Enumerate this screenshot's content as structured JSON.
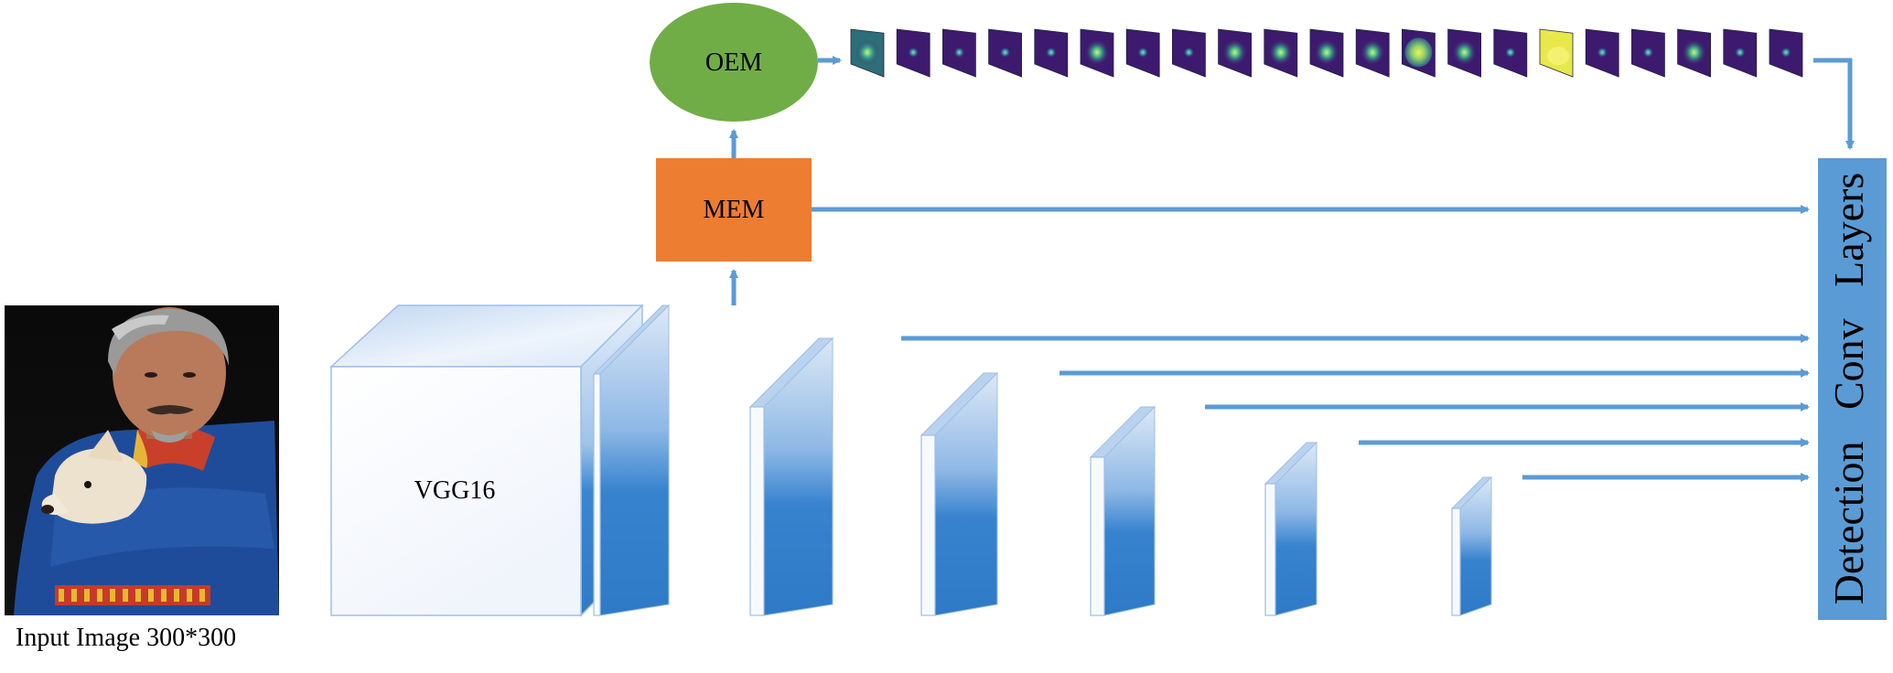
{
  "input": {
    "caption": "Input Image 300*300"
  },
  "backbone": {
    "label": "VGG16"
  },
  "modules": {
    "mem_label": "MEM",
    "oem_label": "OEM",
    "mem_color": "#ED7D31",
    "oem_color": "#70AD47"
  },
  "detector": {
    "label": "Detection   Conv   Layers",
    "color": "#5B9BD5"
  },
  "feature_maps": {
    "count": 21,
    "tones": [
      "g",
      "p",
      "p",
      "p",
      "p",
      "g",
      "p",
      "p",
      "g",
      "g",
      "g",
      "g",
      "y",
      "g",
      "p",
      "Y",
      "p",
      "p",
      "g",
      "p",
      "p"
    ]
  },
  "colors": {
    "arrow": "#5B9BD5",
    "layer": "#3A86D0",
    "layer_light": "#E8F0FA"
  }
}
